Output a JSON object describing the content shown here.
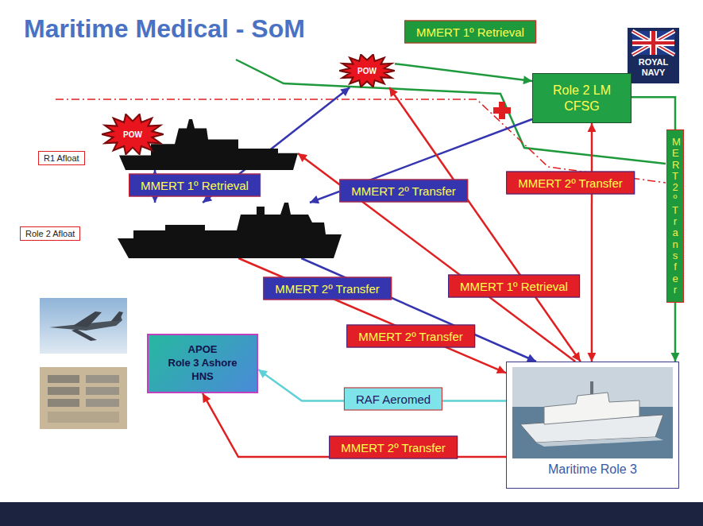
{
  "diagram": {
    "title": "Maritime Medical - SoM",
    "nodes": [
      {
        "text": [
          "POW"
        ]
      },
      {
        "text": [
          "Role 2 LM CFSG"
        ]
      },
      {
        "text": [
          "POW"
        ]
      },
      {
        "text": [
          "R1 Afloat"
        ]
      },
      {
        "text": [
          "Role 2 Afloat"
        ]
      },
      {
        "text": [
          "APOE",
          "Role 3 Ashore",
          "HNS"
        ]
      },
      {
        "text": [
          "Maritime Role 3"
        ]
      }
    ],
    "edges": [
      {
        "from": 0,
        "to": 1,
        "arrow": "to",
        "label": "MMERT 1º Retrieval"
      },
      {
        "from": 1,
        "to": 6,
        "arrow": "to",
        "label": "MERT 2º Transfer"
      },
      {
        "from": 4,
        "to": 3,
        "arrow": "both"
      },
      {
        "from": 4,
        "to": 0,
        "arrow": "both",
        "label": "MMERT 1º Retrieval"
      },
      {
        "from": 1,
        "to": 4,
        "arrow": "to",
        "label": "MMERT 2º Transfer"
      },
      {
        "from": 4,
        "to": 6,
        "arrow": "to",
        "label": "MMERT 2º Transfer"
      },
      {
        "from": 6,
        "to": 3,
        "arrow": "to"
      },
      {
        "from": 6,
        "to": 0,
        "arrow": "both",
        "label": "MMERT 1º Retrieval"
      },
      {
        "from": 4,
        "to": 6,
        "arrow": "to",
        "label": "MMERT 2º Transfer"
      },
      {
        "from": 1,
        "to": 6,
        "arrow": "both",
        "label": "MMERT 2º Transfer"
      },
      {
        "from": 6,
        "to": 5,
        "arrow": "to",
        "label": "MMERT 2º Transfer"
      },
      {
        "from": 6,
        "to": 5,
        "arrow": "to",
        "label": "RAF Aeromed"
      }
    ],
    "labels": [
      "ROYAL NAVY"
    ]
  }
}
